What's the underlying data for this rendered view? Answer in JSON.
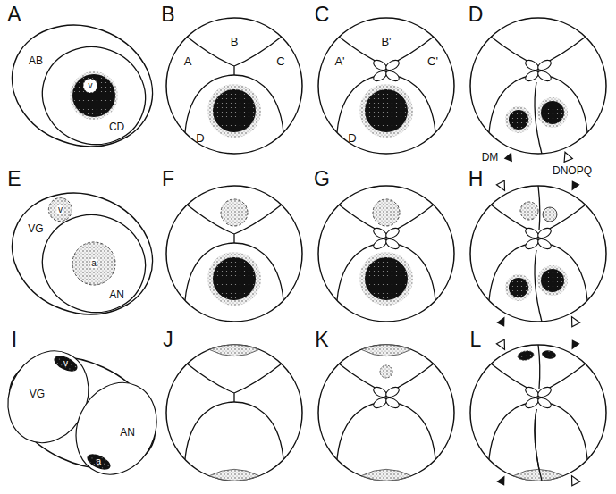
{
  "diagram": {
    "labels": [
      "A",
      "B",
      "C",
      "D",
      "E",
      "F",
      "G",
      "H",
      "I",
      "J",
      "K",
      "L",
      "AB",
      "v",
      "CD",
      "A",
      "B",
      "C",
      "D",
      "A'",
      "B'",
      "C'",
      "D",
      "DM",
      "DNOPQ",
      "VG",
      "v",
      "a",
      "AN",
      "VG",
      "v",
      "a",
      "AN"
    ]
  }
}
